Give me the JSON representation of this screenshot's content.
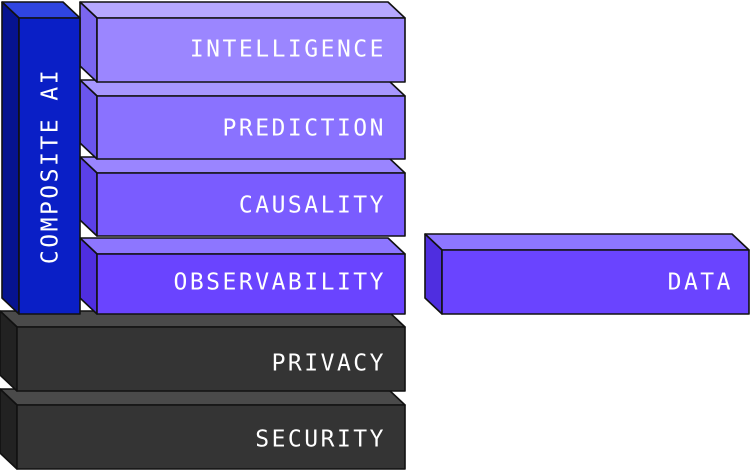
{
  "diagram": {
    "layers": [
      {
        "label": "INTELLIGENCE",
        "color": "#9b86ff"
      },
      {
        "label": "PREDICTION",
        "color": "#8a72ff"
      },
      {
        "label": "CAUSALITY",
        "color": "#7a5cff"
      },
      {
        "label": "OBSERVABILITY",
        "color": "#6a44ff"
      },
      {
        "label": "PRIVACY",
        "color": "#343434"
      },
      {
        "label": "SECURITY",
        "color": "#343434"
      }
    ],
    "side_block": {
      "label": "COMPOSITE AI",
      "color": "#0a1fc6"
    },
    "separate_block": {
      "label": "DATA",
      "color": "#6a44ff"
    }
  }
}
